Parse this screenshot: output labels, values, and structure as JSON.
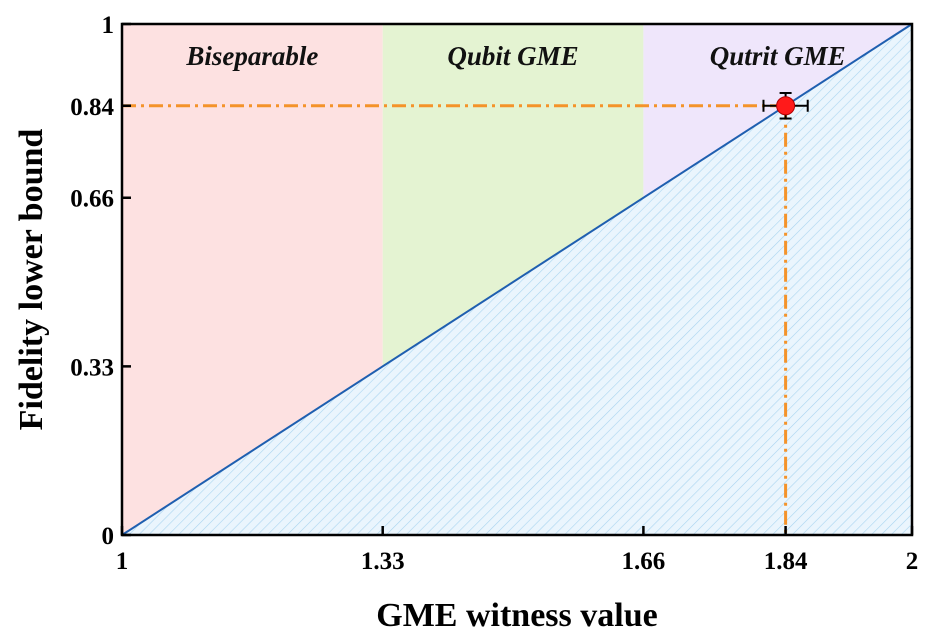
{
  "chart_data": {
    "type": "line",
    "xlabel": "GME witness value",
    "ylabel": "Fidelity lower bound",
    "xlim": [
      1,
      2
    ],
    "ylim": [
      0,
      1
    ],
    "x_ticks": [
      1,
      1.33,
      1.66,
      1.84,
      2
    ],
    "x_tick_labels": [
      "1",
      "1.33",
      "1.66",
      "1.84",
      "2"
    ],
    "y_ticks": [
      0,
      0.33,
      0.66,
      0.84,
      1
    ],
    "y_tick_labels": [
      "0",
      "0.33",
      "0.66",
      "0.84",
      "1"
    ],
    "regions": [
      {
        "label": "Biseparable",
        "x_range": [
          1,
          1.33
        ],
        "color": "#fde1e1"
      },
      {
        "label": "Qubit GME",
        "x_range": [
          1.33,
          1.66
        ],
        "color": "#e4f3d2"
      },
      {
        "label": "Qutrit GME",
        "x_range": [
          1.66,
          2
        ],
        "color": "#efe6fb"
      }
    ],
    "series": [
      {
        "type": "line",
        "x": [
          1,
          2
        ],
        "y": [
          0,
          1
        ],
        "color": "#1f5fb0",
        "hatched_below": true,
        "hatch_color": "#a9d4ef",
        "fill_color": "#eaf5fd"
      }
    ],
    "point": {
      "x": 1.84,
      "y": 0.84,
      "x_err": 0.028,
      "y_err": 0.025,
      "color": "#ff1a1a"
    },
    "reference_lines": {
      "x": 1.84,
      "y": 0.84,
      "color": "#f4932a",
      "style": "dash-dot"
    },
    "grid": false,
    "legend": "none"
  }
}
